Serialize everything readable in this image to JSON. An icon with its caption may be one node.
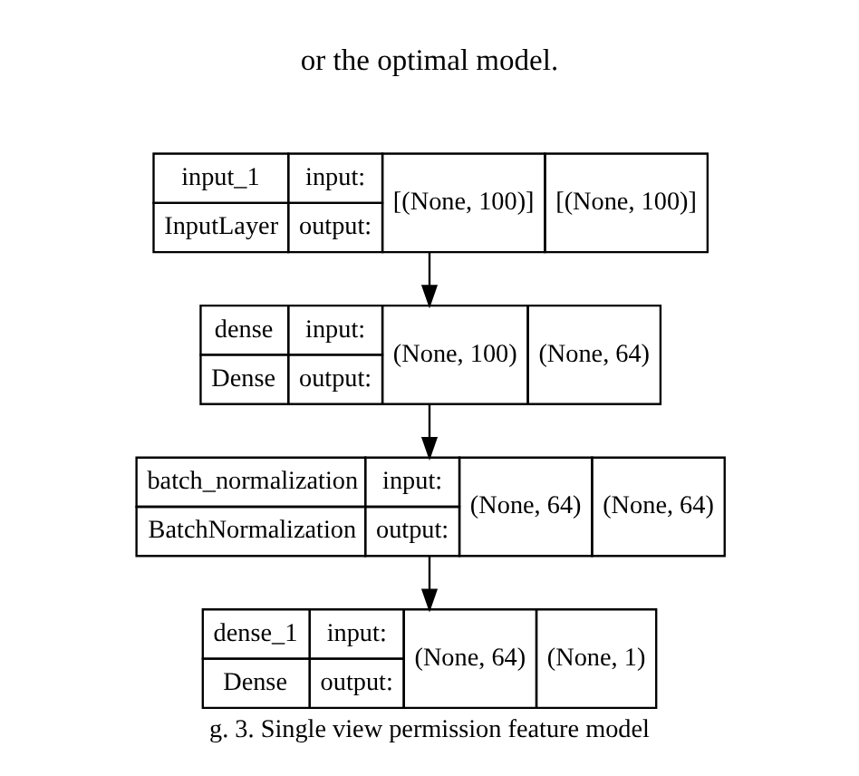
{
  "diagram": {
    "caption": "g. 3. Single view permission feature model",
    "nodes": [
      {
        "text": [
          "input_1",
          "InputLayer",
          "input:",
          "output:",
          "[(None, 100)]",
          "[(None, 100)]"
        ]
      },
      {
        "text": [
          "dense",
          "Dense",
          "input:",
          "output:",
          "(None, 100)",
          "(None, 64)"
        ]
      },
      {
        "text": [
          "batch_normalization",
          "BatchNormalization",
          "input:",
          "output:",
          "(None, 64)",
          "(None, 64)"
        ]
      },
      {
        "text": [
          "dense_1",
          "Dense",
          "input:",
          "output:",
          "(None, 64)",
          "(None, 1)"
        ]
      }
    ],
    "edges": [
      {
        "from": 0,
        "to": 1,
        "arrow": "to"
      },
      {
        "from": 1,
        "to": 2,
        "arrow": "to"
      },
      {
        "from": 2,
        "to": 3,
        "arrow": "to"
      }
    ],
    "labels": [
      "or the optimal model."
    ]
  }
}
